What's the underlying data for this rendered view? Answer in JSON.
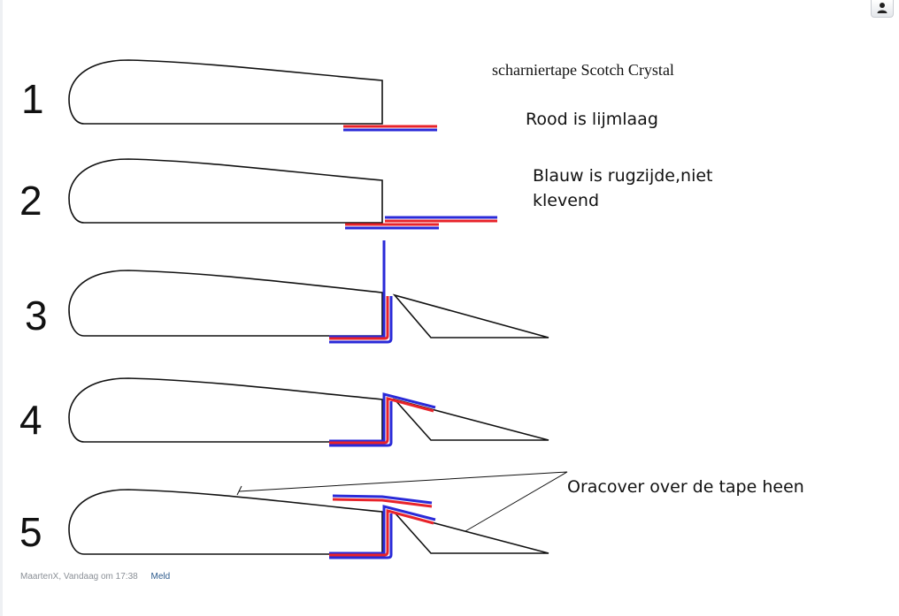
{
  "diagram": {
    "title": "scharniertape Scotch Crystal",
    "steps": [
      "1",
      "2",
      "3",
      "4",
      "5"
    ],
    "notes": {
      "red": "Rood is lijmlaag",
      "blue_line1": "Blauw is rugzijde,niet",
      "blue_line2": "klevend",
      "oracover": "Oracover over de tape heen"
    },
    "colors": {
      "red": "#e8232a",
      "blue": "#2a2ad8",
      "outline": "#111111"
    }
  },
  "post": {
    "author": "MaartenX",
    "time": "Vandaag om 17:38",
    "report_label": "Meld"
  },
  "toolbar": {
    "icon": "user-icon"
  }
}
